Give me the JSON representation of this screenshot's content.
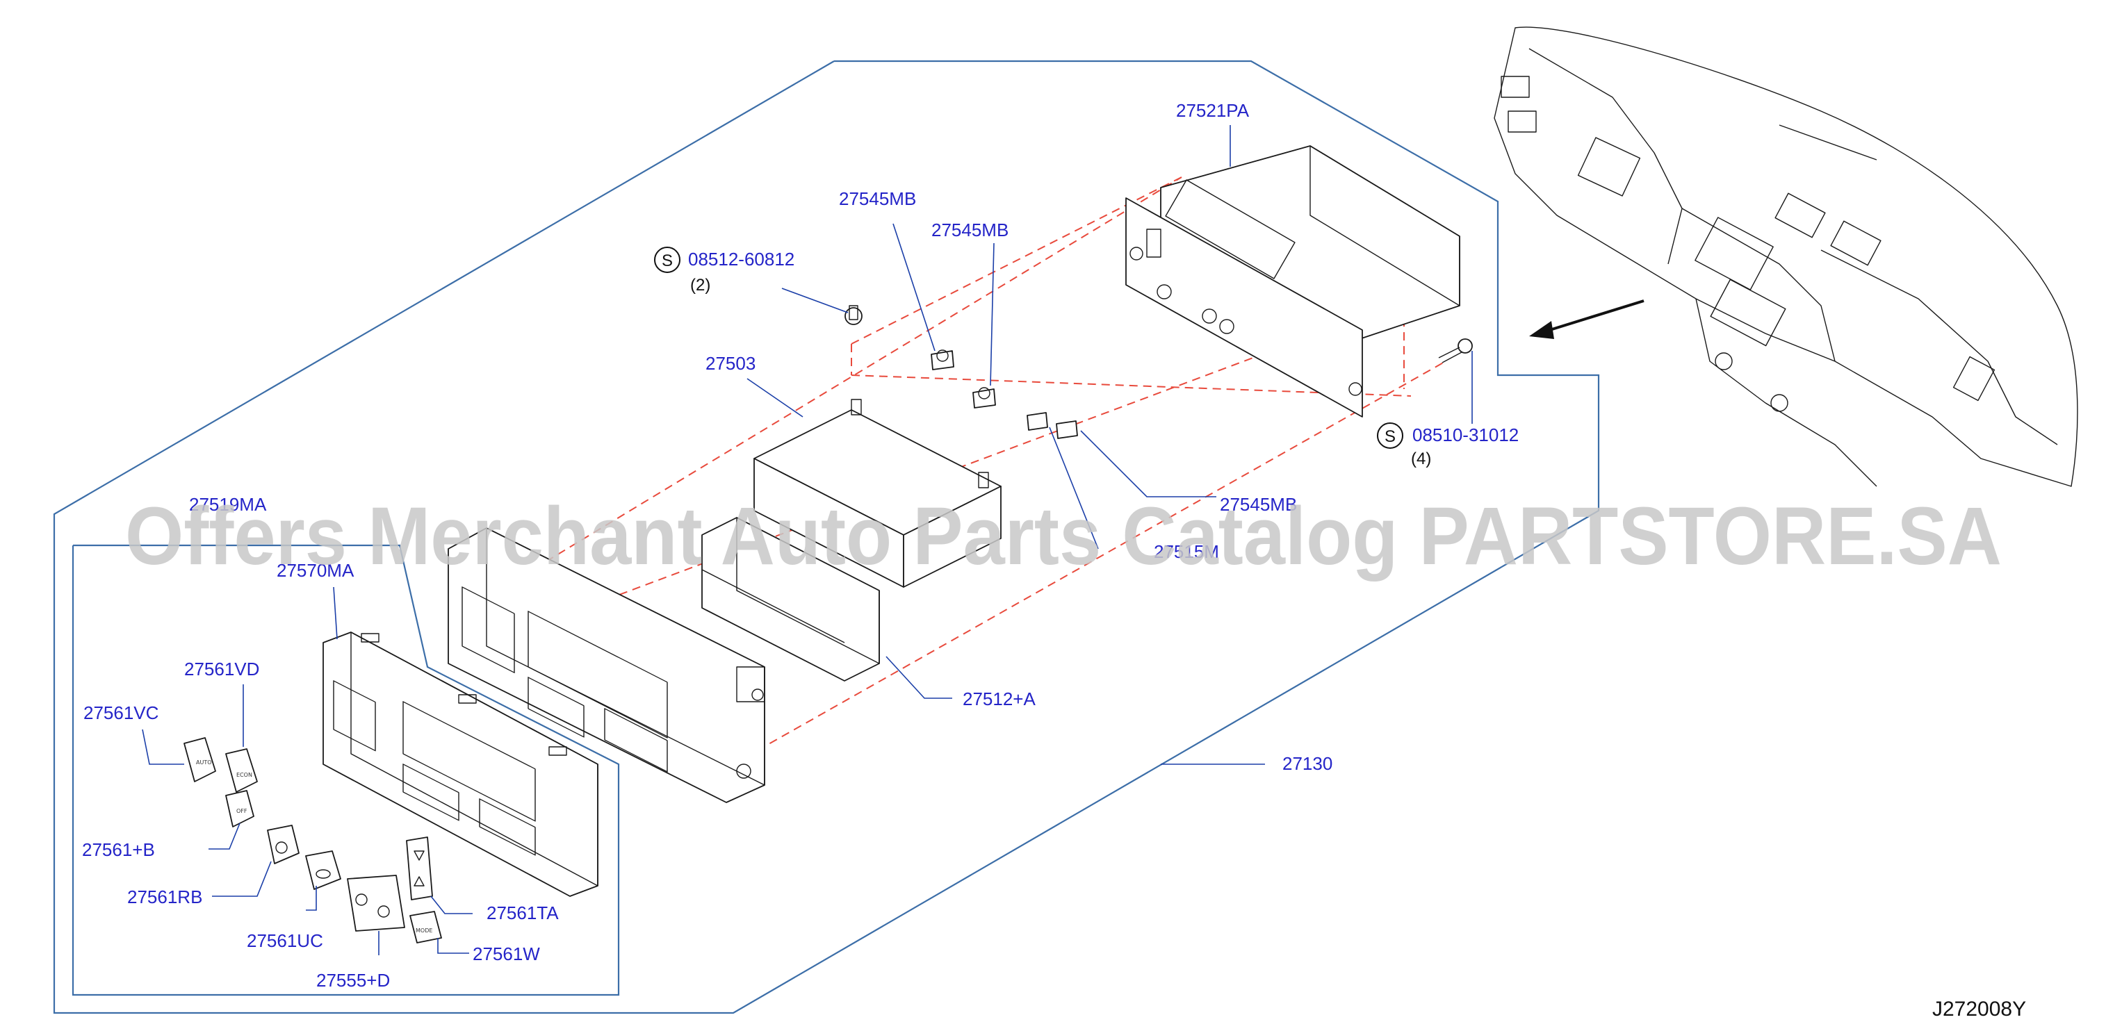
{
  "diagram": {
    "figure_code": "J272008Y",
    "watermark": "Offers Merchant Auto Parts Catalog PARTSTORE.SA",
    "standard_symbol": "S",
    "callouts": [
      {
        "id": "27521PA",
        "label": "27521PA"
      },
      {
        "id": "27545MB_a",
        "label": "27545MB"
      },
      {
        "id": "27545MB_b",
        "label": "27545MB"
      },
      {
        "id": "08512_60812",
        "label": "08512-60812",
        "qty": "(2)"
      },
      {
        "id": "27503",
        "label": "27503"
      },
      {
        "id": "08510_31012",
        "label": "08510-31012",
        "qty": "(4)"
      },
      {
        "id": "27545MB_c",
        "label": "27545MB"
      },
      {
        "id": "27545M_partial",
        "label": "27515M"
      },
      {
        "id": "27519MA",
        "label": "27519MA"
      },
      {
        "id": "27570MA",
        "label": "27570MA"
      },
      {
        "id": "27561VD",
        "label": "27561VD"
      },
      {
        "id": "27561VC",
        "label": "27561VC"
      },
      {
        "id": "27512_A",
        "label": "27512+A"
      },
      {
        "id": "27130",
        "label": "27130"
      },
      {
        "id": "27561_B",
        "label": "27561+B"
      },
      {
        "id": "27561TA",
        "label": "27561TA"
      },
      {
        "id": "27561RB",
        "label": "27561RB"
      },
      {
        "id": "27561UC",
        "label": "27561UC"
      },
      {
        "id": "27561W",
        "label": "27561W"
      },
      {
        "id": "27555_D",
        "label": "27555+D"
      }
    ],
    "button_labels": {
      "auto": "AUTO",
      "econ": "ECON",
      "off": "OFF",
      "mode": "MODE"
    }
  }
}
